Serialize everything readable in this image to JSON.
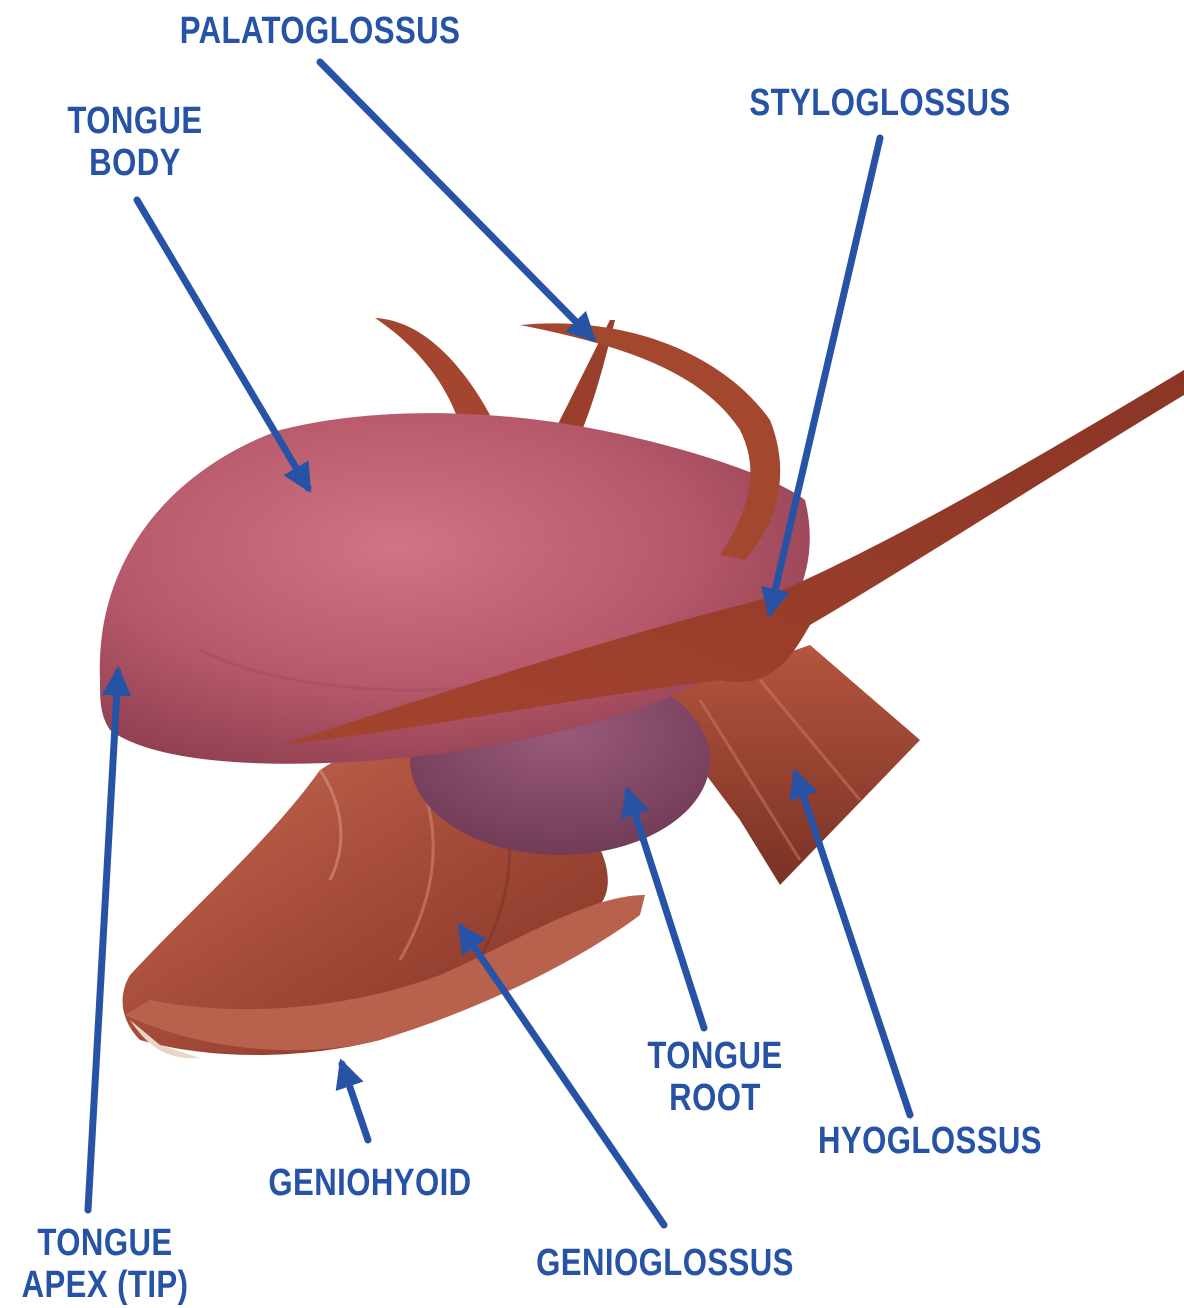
{
  "colors": {
    "label": "#2653a6",
    "arrow": "#2653a6",
    "tongue_body": "#b85a6c",
    "tongue_root": "#8f4f70",
    "muscle": "#a44a38",
    "muscle_light": "#c97a66",
    "background": "#ffffff"
  },
  "labels": {
    "palatoglossus": [
      "PALATOGLOSSUS"
    ],
    "tongue_body": [
      "TONGUE",
      "BODY"
    ],
    "styloglossus": [
      "STYLOGLOSSUS"
    ],
    "tongue_root": [
      "TONGUE",
      "ROOT"
    ],
    "hyoglossus": [
      "HYOGLOSSUS"
    ],
    "geniohyoid": [
      "GENIOHYOID"
    ],
    "tongue_apex": [
      "TONGUE",
      "APEX (TIP)"
    ],
    "genioglossus": [
      "GENIOGLOSSUS"
    ]
  }
}
